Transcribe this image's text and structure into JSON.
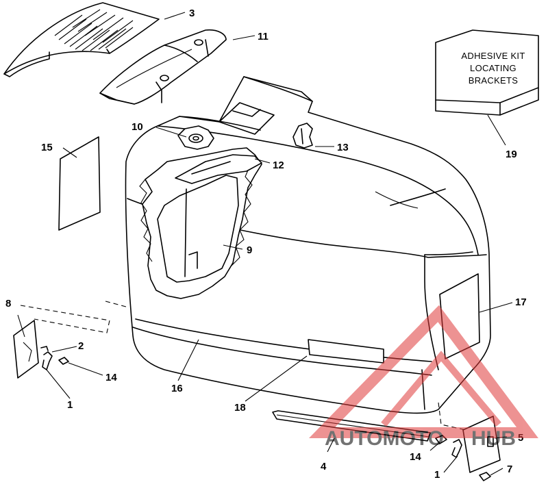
{
  "diagram": {
    "callouts": [
      {
        "id": "c1a",
        "label": "1"
      },
      {
        "id": "c1b",
        "label": "1"
      },
      {
        "id": "c2",
        "label": "2"
      },
      {
        "id": "c3",
        "label": "3"
      },
      {
        "id": "c4",
        "label": "4"
      },
      {
        "id": "c5",
        "label": "5"
      },
      {
        "id": "c7",
        "label": "7"
      },
      {
        "id": "c8",
        "label": "8"
      },
      {
        "id": "c9",
        "label": "9"
      },
      {
        "id": "c10",
        "label": "10"
      },
      {
        "id": "c11",
        "label": "11"
      },
      {
        "id": "c12",
        "label": "12"
      },
      {
        "id": "c13",
        "label": "13"
      },
      {
        "id": "c14a",
        "label": "14"
      },
      {
        "id": "c14b",
        "label": "14"
      },
      {
        "id": "c15",
        "label": "15"
      },
      {
        "id": "c16",
        "label": "16"
      },
      {
        "id": "c17",
        "label": "17"
      },
      {
        "id": "c18",
        "label": "18"
      },
      {
        "id": "c19",
        "label": "19"
      }
    ],
    "kit_box": {
      "lines": [
        "ADHESIVE KIT",
        "LOCATING",
        "BRACKETS"
      ]
    }
  },
  "watermark": {
    "text_part1": "AUTOMOTO",
    "text_part2": "HUB",
    "color_triangle": "#e03a3a",
    "color_text1": "#f2a23a",
    "color_text2": "#555555"
  }
}
